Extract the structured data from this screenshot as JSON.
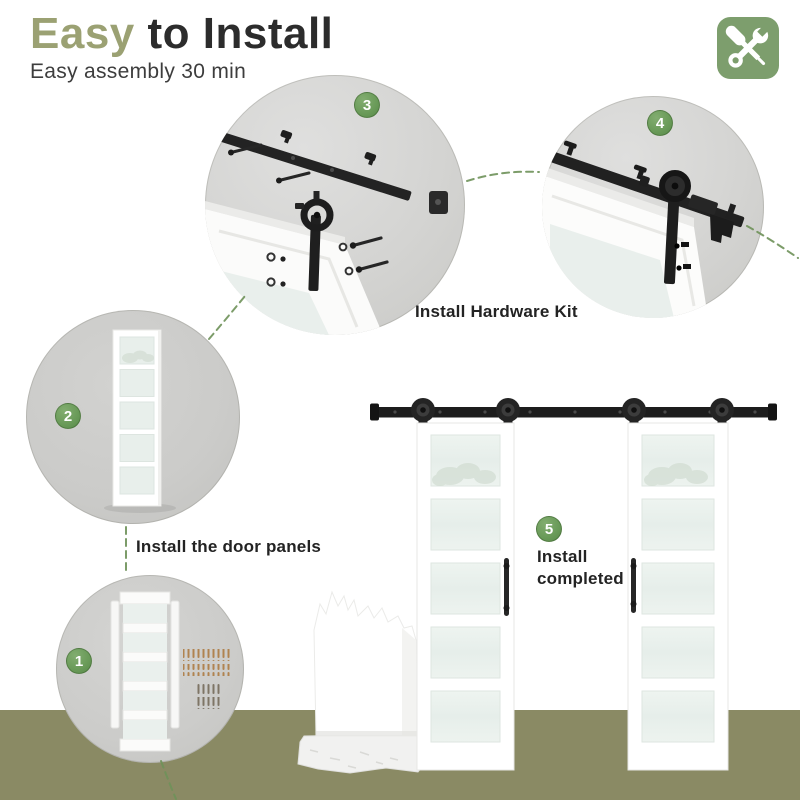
{
  "header": {
    "title_highlight": "Easy",
    "title_rest": " to Install",
    "subtitle": "Easy assembly 30 min"
  },
  "steps": [
    {
      "num": "1",
      "label": ""
    },
    {
      "num": "2",
      "label": "Install the door panels"
    },
    {
      "num": "3",
      "label": ""
    },
    {
      "num": "4",
      "label": "Install Hardware Kit"
    },
    {
      "num": "5",
      "label": "Install completed",
      "label_line1": "Install",
      "label_line2": "completed"
    }
  ],
  "icons": {
    "header_badge": "wrench-screwdriver-icon"
  },
  "colors": {
    "title_green": "#9ba173",
    "badge_green": "#699a58",
    "icon_green": "#7d9e6d",
    "floor_olive": "#8a8a64",
    "dash_green": "#6e9159",
    "text_dark": "#2c2c2c",
    "hardware_black": "#1f1f1f",
    "frosted_glass": "#e8efeb"
  }
}
